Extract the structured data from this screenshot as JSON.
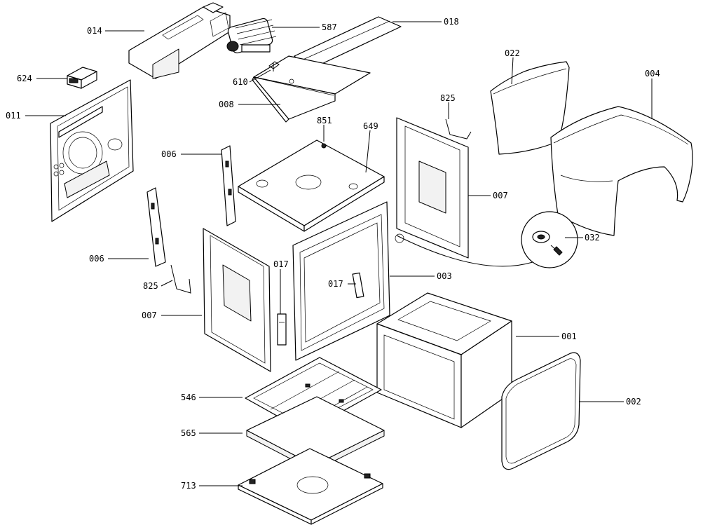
{
  "labels": {
    "l014": "014",
    "l587": "587",
    "l018": "018",
    "l624": "624",
    "l610": "610",
    "l022": "022",
    "l004": "004",
    "l011": "011",
    "l008": "008",
    "l825a": "825",
    "l851": "851",
    "l649": "649",
    "l006a": "006",
    "l007a": "007",
    "l032": "032",
    "l006b": "006",
    "l017a": "017",
    "l017b": "017",
    "l003": "003",
    "l825b": "825",
    "l007b": "007",
    "l001": "001",
    "l546": "546",
    "l002": "002",
    "l565": "565",
    "l713": "713"
  }
}
